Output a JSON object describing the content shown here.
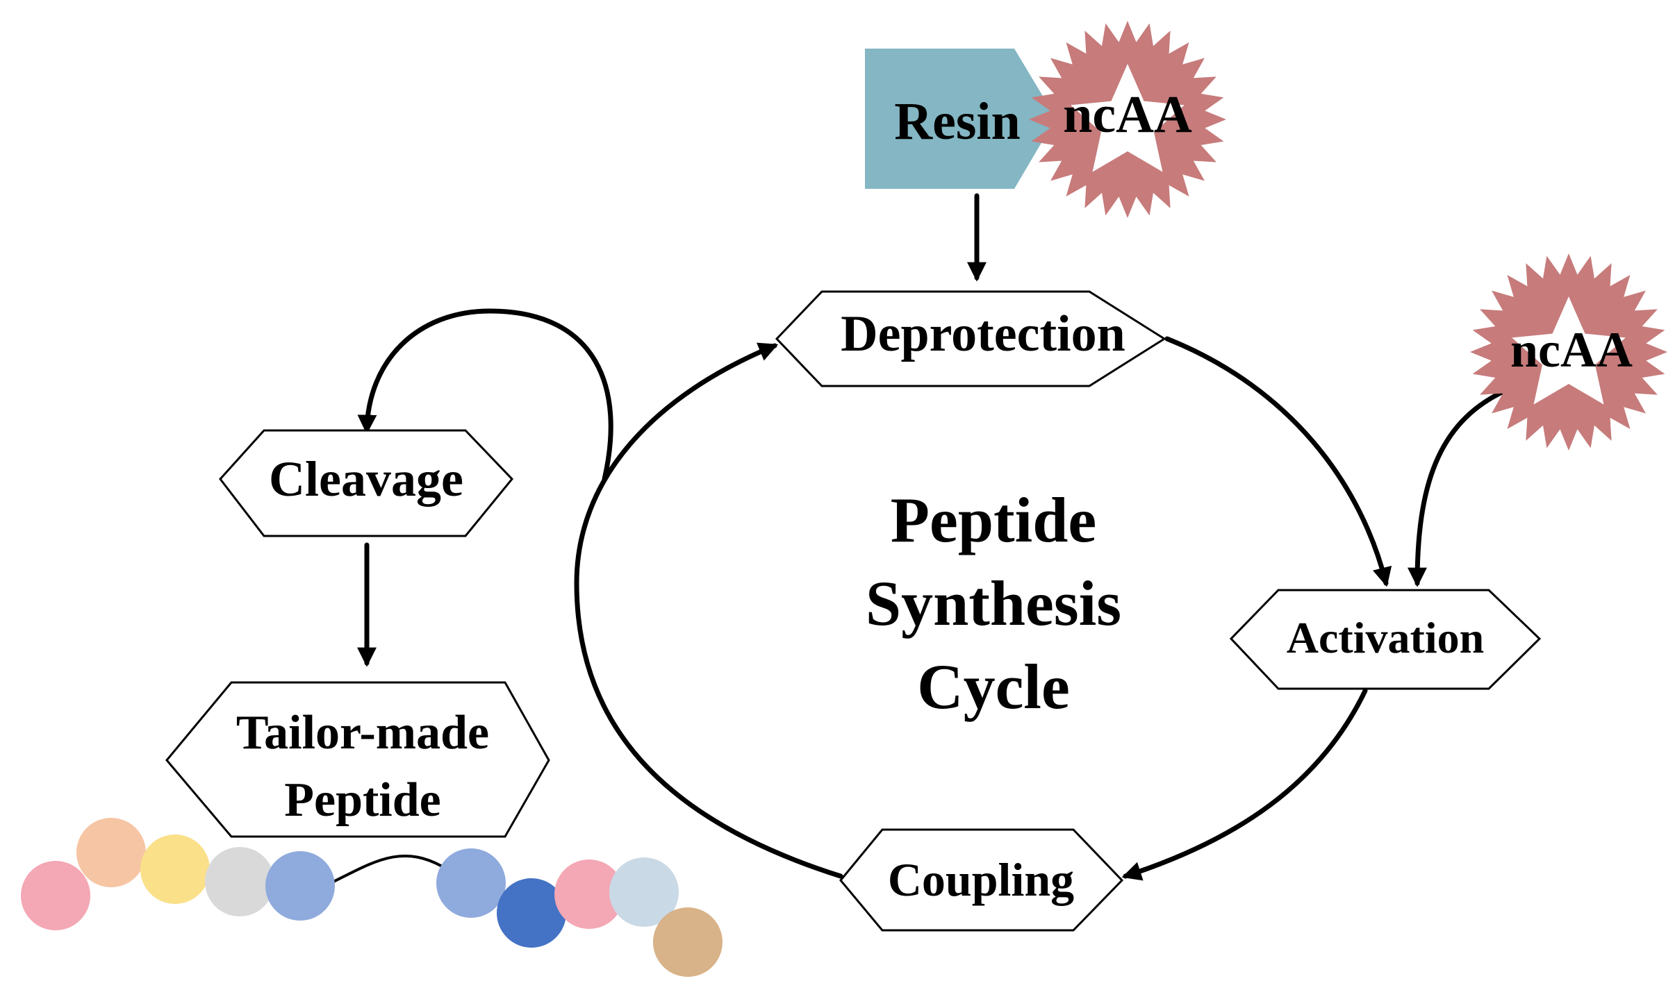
{
  "nodes": {
    "resin": "Resin",
    "ncaa_top": "ncAA",
    "ncaa_right": "ncAA",
    "deprotection": "Deprotection",
    "activation": "Activation",
    "coupling": "Coupling",
    "cleavage": "Cleavage",
    "product_line1": "Tailor-made",
    "product_line2": "Peptide"
  },
  "center": {
    "line1": "Peptide",
    "line2": "Synthesis",
    "line3": "Cycle"
  },
  "colors": {
    "resin": "#84b6c3",
    "ncaa_star": "#c77b7b",
    "beads": [
      "#f4a7b4",
      "#f6c5a4",
      "#fbe08a",
      "#d9d9d9",
      "#8faadd",
      "#8faadd",
      "#4472c4",
      "#f4a7b4",
      "#c9d9e6",
      "#d8b288"
    ]
  }
}
